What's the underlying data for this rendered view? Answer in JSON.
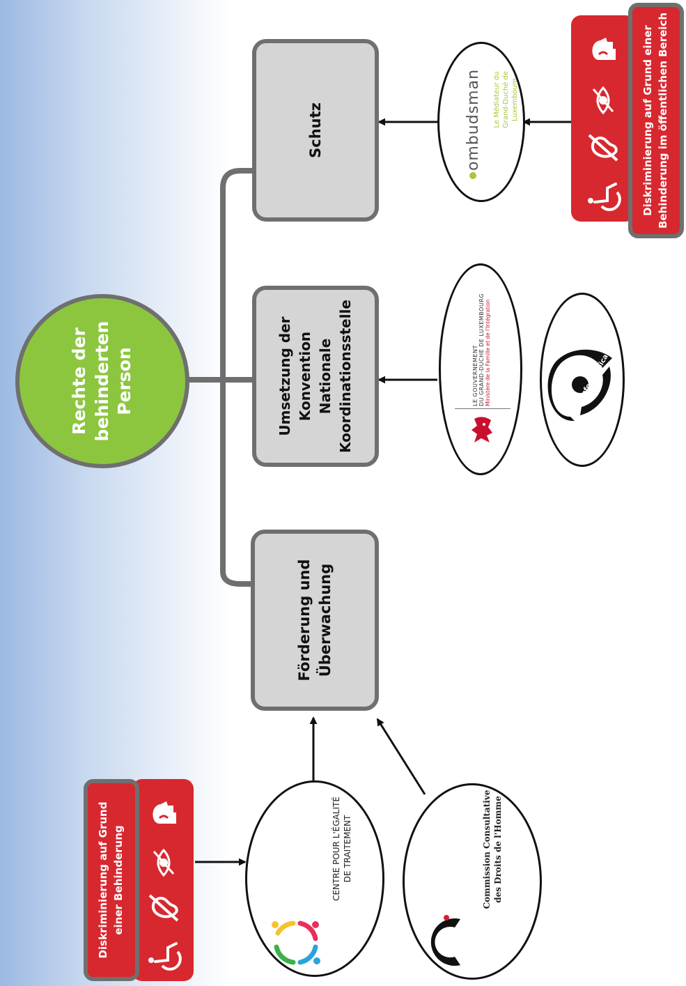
{
  "center": {
    "label": "Rechte der\nbehinderten\nPerson"
  },
  "categories": [
    {
      "label": "Förderung und\nÜberwachung"
    },
    {
      "label": "Umsetzung der\nKonvention\nNationale\nKoordinationsstelle"
    },
    {
      "label": "Schutz"
    }
  ],
  "discrimination": {
    "left_label": "Diskriminierung auf Grund\neiner Behinderung",
    "right_label": "Diskriminierung auf Grund einer\nBehinderung im öffentlichen Bereich"
  },
  "logos": {
    "cet": {
      "text": "CENTRE POUR L'ÉGALITÉ\nDE TRAITEMENT"
    },
    "ccdh": {
      "text": "Commission Consultative\ndes Droits de l'Homme"
    },
    "gouv": {
      "line1": "LE GOUVERNEMENT",
      "line2": "DU GRAND-DUCHÉ DE LUXEMBOURG",
      "line3": "Ministère de la Famille et de l'Intégration"
    },
    "infohandicap": {
      "text": "info-handicap"
    },
    "ombudsman": {
      "title": "ombudsman",
      "subtitle": "Le Médiateur du\nGrand-Duché de\nLuxembourg"
    }
  },
  "icons": [
    "wheelchair-icon",
    "hearing-icon",
    "eye-icon",
    "head-icon"
  ],
  "colors": {
    "center_green": "#8cc63f",
    "box_fill": "#d5d5d5",
    "box_border": "#6f6f6f",
    "discrimination_red": "#d7282f",
    "ombudsman_green": "#a6c83a",
    "ministry_red": "#c8102e"
  }
}
